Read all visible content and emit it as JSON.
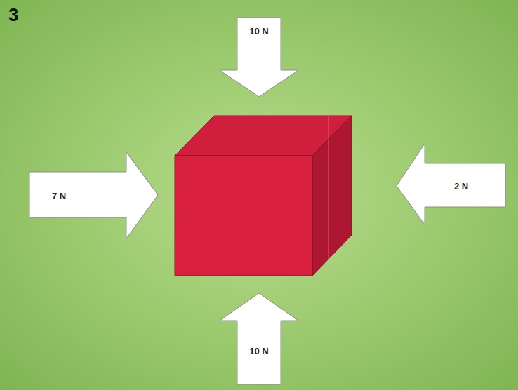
{
  "diagram": {
    "nodes": [
      {
        "text": [
          "10 N"
        ]
      },
      {
        "text": [
          "7 N"
        ]
      },
      {
        "text": [
          "2 N"
        ]
      },
      {
        "text": [
          "10 N"
        ]
      }
    ],
    "labels": [
      "3"
    ]
  }
}
